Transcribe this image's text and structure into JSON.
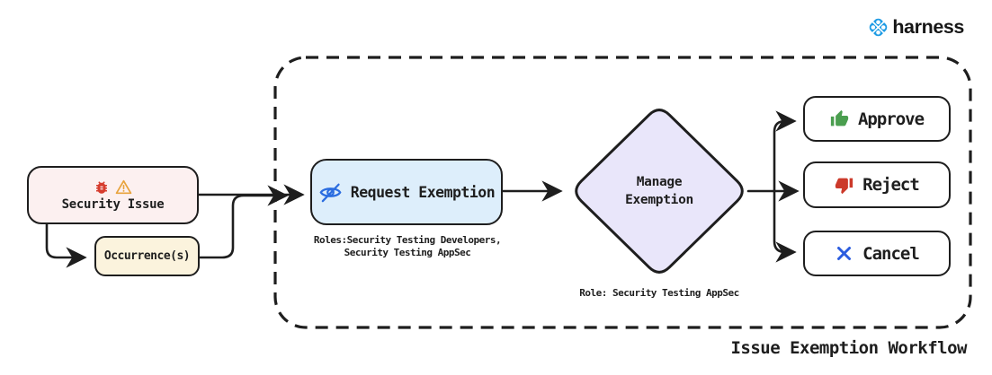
{
  "brand": {
    "name": "harness",
    "logo_blue": "#1e9be4",
    "text_color": "#161616"
  },
  "title": "Issue Exemption Workflow",
  "colors": {
    "stroke": "#1e1e1e",
    "security_issue_bg": "#fcf0f0",
    "occurrences_bg": "#fbf3dd",
    "request_exemption_bg": "#ddeefb",
    "diamond_bg": "#e9e6fa",
    "bug_red": "#d63c2e",
    "warning_orange": "#e8a33d",
    "eye_blue": "#2b6de0",
    "approve_green": "#4a9e4f",
    "reject_red": "#cc3a2b",
    "cancel_blue": "#2b5cdf"
  },
  "nodes": {
    "security_issue": {
      "label": "Security Issue",
      "icons": [
        "bug-icon",
        "warning-icon"
      ]
    },
    "occurrences": {
      "label": "Occurrence(s)"
    },
    "request_exemption": {
      "label": "Request Exemption",
      "icon": "eye-off-icon",
      "roles_line1": "Roles:Security Testing Developers,",
      "roles_line2": "Security Testing AppSec"
    },
    "manage_exemption": {
      "label_line1": "Manage",
      "label_line2": "Exemption",
      "role_note": "Role: Security Testing AppSec"
    },
    "approve": {
      "label": "Approve",
      "icon": "thumbs-up-icon"
    },
    "reject": {
      "label": "Reject",
      "icon": "thumbs-down-icon"
    },
    "cancel": {
      "label": "Cancel",
      "icon": "x-icon"
    }
  }
}
